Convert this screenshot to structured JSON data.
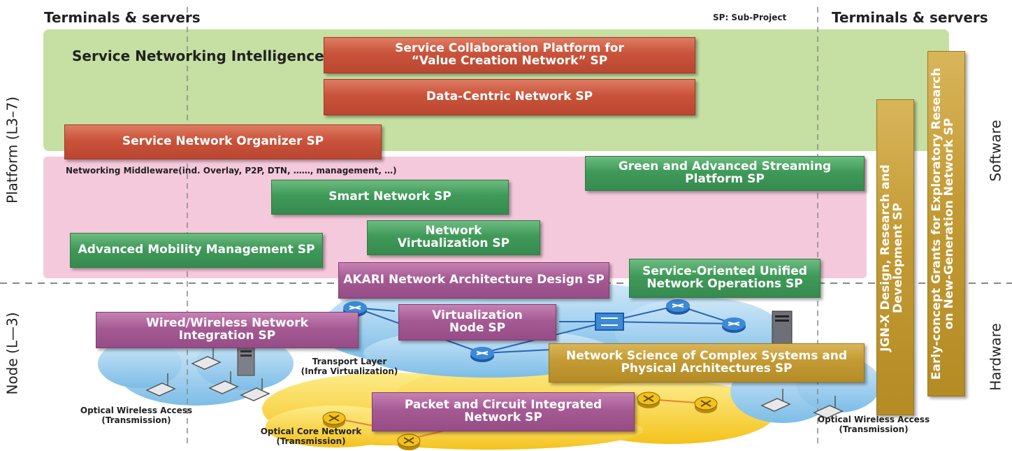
{
  "headers": {
    "left_top": "Terminals & servers",
    "right_top": "Terminals & servers",
    "sp_note": "SP: Sub-Project"
  },
  "side_labels": {
    "platform": "Platform (L3–7)",
    "node": "Node (L—3)",
    "software": "Software",
    "hardware": "Hardware"
  },
  "bands": {
    "service_networking": "Service Networking Intelligence",
    "middleware": "Networking Middleware(ind. Overlay, P2P, DTN, ……, management, …)"
  },
  "network_labels": {
    "transport": "Transport Layer\n(Infra Virtualization)",
    "optical_wireless_left": "Optical Wireless Access\n(Transmission)",
    "optical_core": "Optical Core Network\n(Transmission)",
    "optical_wireless_right": "Optical Wireless Access\n(Transmission)"
  },
  "projects": {
    "service_collab": "Service Collaboration Platform for\n“Value Creation Network” SP",
    "data_centric": "Data-Centric Network SP",
    "service_organizer": "Service Network Organizer SP",
    "green_streaming": "Green and Advanced Streaming\nPlatform SP",
    "smart_network": "Smart Network SP",
    "network_virt": "Network\nVirtualization SP",
    "adv_mobility": "Advanced Mobility Management SP",
    "akari": "AKARI Network Architecture Design SP",
    "service_oriented": "Service-Oriented Unified\nNetwork Operations SP",
    "wired_wireless": "Wired/Wireless Network\nIntegration SP",
    "virt_node": "Virtualization\nNode SP",
    "complex_systems": "Network Science of Complex Systems and\nPhysical Architectures SP",
    "packet_circuit": "Packet and Circuit Integrated\nNetwork SP",
    "jgnx": "JGN-X Design, Research and\nDevelopment SP",
    "early_concept": "Early-concept Grants for Exploratory Research\non New-Generation Network SP"
  },
  "colors": {
    "green_band": "#c5e0a2",
    "pink_band": "#f5c9dc",
    "red_box": "#c9533a",
    "green_box": "#3f9a59",
    "purple_box": "#a55a93",
    "gold_box": "#c39a33",
    "cloud_blue": "#8fc8ec",
    "cloud_yellow": "#f8d441"
  }
}
